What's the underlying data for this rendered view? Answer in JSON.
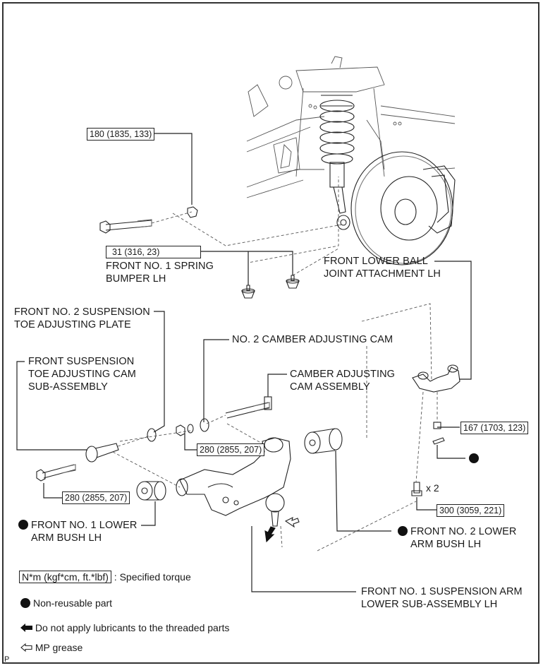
{
  "diagram": {
    "title": "Front suspension lower arm components (LH)",
    "torque_specs": [
      {
        "id": "upper-nut",
        "value": "180 (1835, 133)"
      },
      {
        "id": "spring-bumper",
        "value": "31 (316, 23)"
      },
      {
        "id": "ball-joint-nut",
        "value": "167 (1703, 123)"
      },
      {
        "id": "ball-joint-bolt",
        "value": "300 (3059, 221)"
      },
      {
        "id": "camber-cam-nut",
        "value": "280 (2855, 207)"
      },
      {
        "id": "toe-cam-nut",
        "value": "280 (2855, 207)"
      }
    ],
    "parts": {
      "spring_bumper": [
        "FRONT NO. 1 SPRING",
        "BUMPER LH"
      ],
      "ball_joint_attachment": [
        "FRONT LOWER BALL",
        "JOINT ATTACHMENT LH"
      ],
      "toe_plate": [
        "FRONT NO. 2 SUSPENSION",
        "TOE ADJUSTING PLATE"
      ],
      "toe_cam": [
        "FRONT SUSPENSION",
        "TOE ADJUSTING CAM",
        "SUB-ASSEMBLY"
      ],
      "no2_camber_cam": "NO. 2 CAMBER ADJUSTING CAM",
      "camber_cam": [
        "CAMBER ADJUSTING",
        "CAM ASSEMBLY"
      ],
      "no1_bush": [
        "FRONT NO. 1 LOWER",
        "ARM BUSH LH"
      ],
      "no2_bush": [
        "FRONT NO. 2 LOWER",
        "ARM BUSH LH"
      ],
      "lower_arm": [
        "FRONT NO. 1 SUSPENSION ARM",
        "LOWER SUB-ASSEMBLY LH"
      ]
    },
    "quantity_note": "x 2",
    "legend": {
      "torque_unit": "N*m (kgf*cm, ft.*lbf)",
      "torque_desc": ": Specified torque",
      "non_reusable": "Non-reusable part",
      "no_lubricant": "Do not apply lubricants to the threaded parts",
      "mp_grease": "MP grease"
    },
    "corner_mark": "P"
  }
}
